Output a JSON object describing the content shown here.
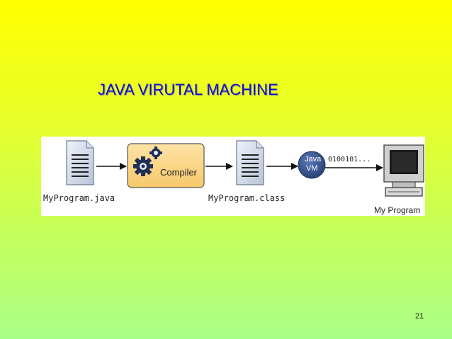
{
  "slide": {
    "title": "JAVA VIRUTAL MACHINE",
    "page_number": "21"
  },
  "diagram": {
    "source_file": "MyProgram.java",
    "compiler_label": "Compiler",
    "class_file": "MyProgram.class",
    "jvm_label_line1": "Java",
    "jvm_label_line2": "VM",
    "binary_output": "0100101...",
    "program_label": "My Program"
  }
}
